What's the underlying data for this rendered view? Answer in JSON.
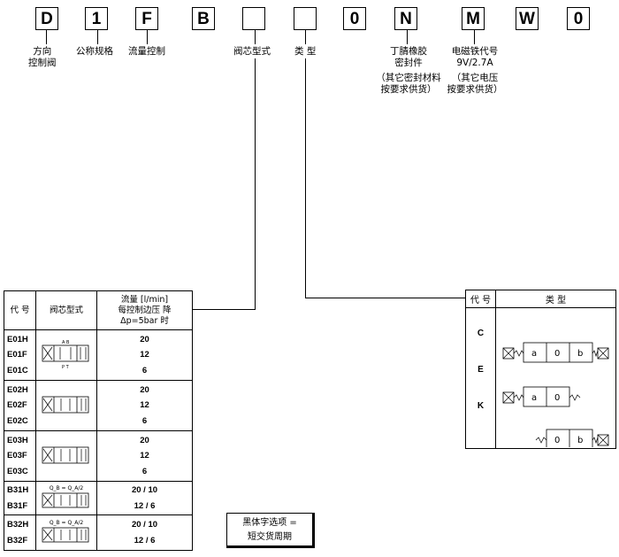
{
  "code_boxes": [
    "D",
    "1",
    "F",
    "B",
    "",
    "",
    "0",
    "N",
    "M",
    "W",
    "0"
  ],
  "labels": {
    "direction": [
      "方向",
      "控制阀"
    ],
    "nominal_size": "公称规格",
    "flow_control": "流量控制",
    "spool_type": "阀芯型式",
    "type": "类 型",
    "seal": [
      "丁腈橡胶",
      "密封件",
      "（其它密封材料",
      "按要求供货）"
    ],
    "solenoid": [
      "电磁铁代号",
      "9V/2.7A",
      "（其它电压",
      "按要求供货）"
    ]
  },
  "spool_table": {
    "headers": [
      "代 号",
      "阀芯型式",
      "流量 [l/min]",
      "每控制边压 降",
      "Δp=5bar 时"
    ],
    "rows": [
      {
        "codes": [
          "E01H",
          "E01F",
          "E01C"
        ],
        "flows": [
          "20",
          "12",
          "6"
        ],
        "ports": [
          "A B",
          "P T"
        ]
      },
      {
        "codes": [
          "E02H",
          "E02F",
          "E02C"
        ],
        "flows": [
          "20",
          "12",
          "6"
        ]
      },
      {
        "codes": [
          "E03H",
          "E03F",
          "E03C"
        ],
        "flows": [
          "20",
          "12",
          "6"
        ]
      },
      {
        "codes": [
          "B31H",
          "B31F"
        ],
        "flows": [
          "20 / 10",
          "12 / 6"
        ],
        "formula": "Q_B = Q_A/2"
      },
      {
        "codes": [
          "B32H",
          "B32F"
        ],
        "flows": [
          "20 / 10",
          "12 / 6"
        ],
        "formula": "Q_B = Q_A/2"
      }
    ]
  },
  "type_table": {
    "headers": [
      "代 号",
      "类 型"
    ],
    "rows": [
      {
        "code": "C",
        "cells": [
          "a",
          "0",
          "b"
        ]
      },
      {
        "code": "E",
        "cells": [
          "a",
          "0"
        ]
      },
      {
        "code": "K",
        "cells": [
          "0",
          "b"
        ]
      }
    ]
  },
  "note": [
    "黑体字选项 =",
    "短交货周期"
  ]
}
